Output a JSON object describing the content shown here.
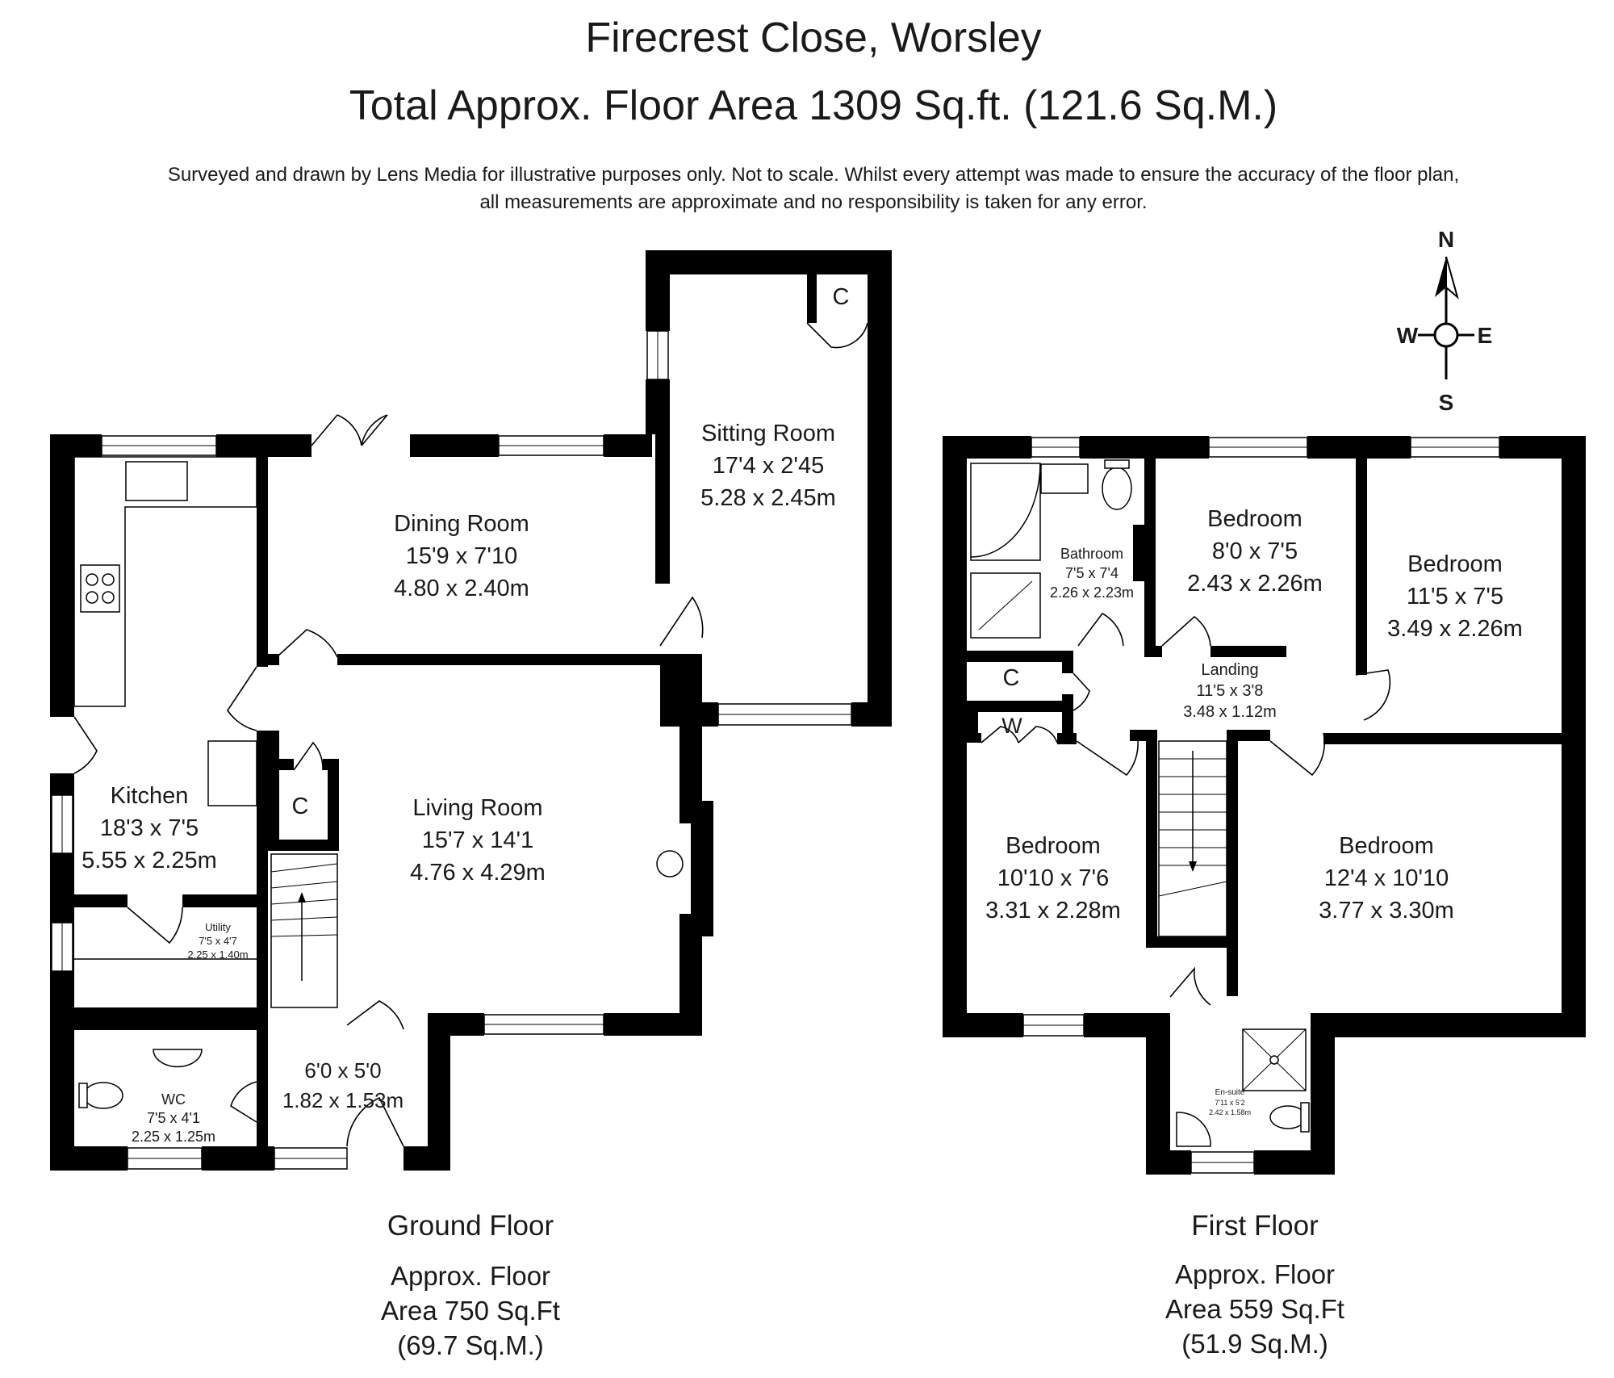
{
  "header": {
    "title": "Firecrest Close, Worsley",
    "area": "Total Approx. Floor Area 1309 Sq.ft. (121.6 Sq.M.)",
    "disclaimer_1": "Surveyed and drawn by Lens Media for illustrative purposes only. Not to scale. Whilst every attempt was made to ensure the accuracy of the floor plan,",
    "disclaimer_2": "all measurements are approximate and no responsibility is taken for any error."
  },
  "compass": {
    "n": "N",
    "s": "S",
    "e": "E",
    "w": "W"
  },
  "ground_floor": {
    "title": "Ground Floor",
    "area_1": "Approx. Floor",
    "area_2": "Area 750 Sq.Ft",
    "area_3": "(69.7 Sq.M.)",
    "rooms": {
      "kitchen": {
        "name": "Kitchen",
        "imperial": "18'3 x 7'5",
        "metric": "5.55 x 2.25m"
      },
      "utility": {
        "name": "Utility",
        "imperial": "7'5 x 4'7",
        "metric": "2.25 x 1.40m"
      },
      "wc": {
        "name": "WC",
        "imperial": "7'5 x 4'1",
        "metric": "2.25 x 1.25m"
      },
      "hall": {
        "imperial": "6'0 x 5'0",
        "metric": "1.82 x 1.53m"
      },
      "dining": {
        "name": "Dining Room",
        "imperial": "15'9 x 7'10",
        "metric": "4.80 x 2.40m"
      },
      "sitting": {
        "name": "Sitting Room",
        "imperial": "17'4 x 2'45",
        "metric": "5.28 x 2.45m"
      },
      "living": {
        "name": "Living Room",
        "imperial": "15'7 x 14'1",
        "metric": "4.76 x 4.29m"
      },
      "cupboard_c": "C",
      "sitting_cupboard": "C"
    }
  },
  "first_floor": {
    "title": "First Floor",
    "area_1": "Approx. Floor",
    "area_2": "Area 559 Sq.Ft",
    "area_3": "(51.9 Sq.M.)",
    "rooms": {
      "bathroom": {
        "name": "Bathroom",
        "imperial": "7'5 x 7'4",
        "metric": "2.26 x 2.23m"
      },
      "bedroom_2": {
        "name": "Bedroom",
        "imperial": "8'0 x 7'5",
        "metric": "2.43 x 2.26m"
      },
      "bedroom_3": {
        "name": "Bedroom",
        "imperial": "11'5 x 7'5",
        "metric": "3.49 x 2.26m"
      },
      "landing": {
        "name": "Landing",
        "imperial": "11'5 x 3'8",
        "metric": "3.48 x 1.12m"
      },
      "bedroom_4": {
        "name": "Bedroom",
        "imperial": "10'10 x 7'6",
        "metric": "3.31 x 2.28m"
      },
      "bedroom_1": {
        "name": "Bedroom",
        "imperial": "12'4 x 10'10",
        "metric": "3.77 x 3.30m"
      },
      "ensuite": {
        "name": "En-suite",
        "imperial": "7'11 x 5'2",
        "metric": "2.42 x 1.58m"
      },
      "cupboard_c": "C",
      "wardrobe_w": "W"
    }
  }
}
